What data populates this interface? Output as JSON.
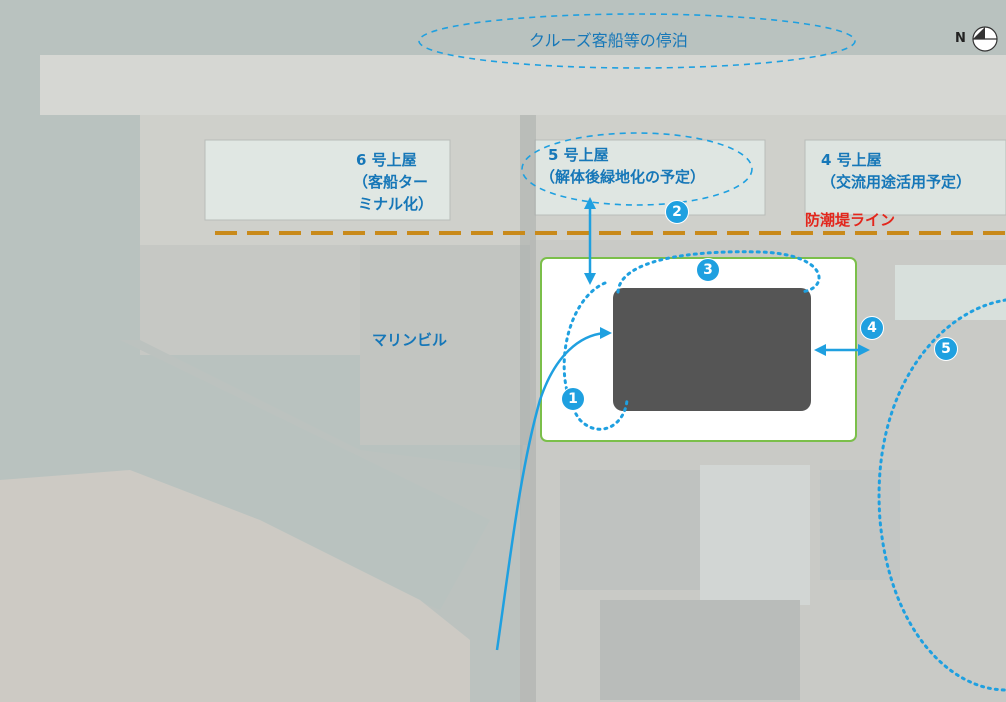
{
  "labels": {
    "cruise": "クルーズ客船等の停泊",
    "warehouse6_line1": "6 号上屋",
    "warehouse6_line2": "（客船ター",
    "warehouse6_line3": "ミナル化）",
    "warehouse5_line1": "5 号上屋",
    "warehouse5_line2": "（解体後緑地化の予定）",
    "warehouse4_line1": "4 号上屋",
    "warehouse4_line2": "（交流用途活用予定）",
    "seawall": "防潮堤ライン",
    "marine_building": "マリンビル"
  },
  "markers": [
    "1",
    "2",
    "3",
    "4",
    "5"
  ],
  "north_label": "N",
  "colors": {
    "accent_blue": "#1fa0e0",
    "label_blue": "#1677b8",
    "seawall_orange": "#c98a1a",
    "seawall_label_red": "#e3261c",
    "site_border_green": "#7bbf4a",
    "building_grey": "#555555"
  }
}
